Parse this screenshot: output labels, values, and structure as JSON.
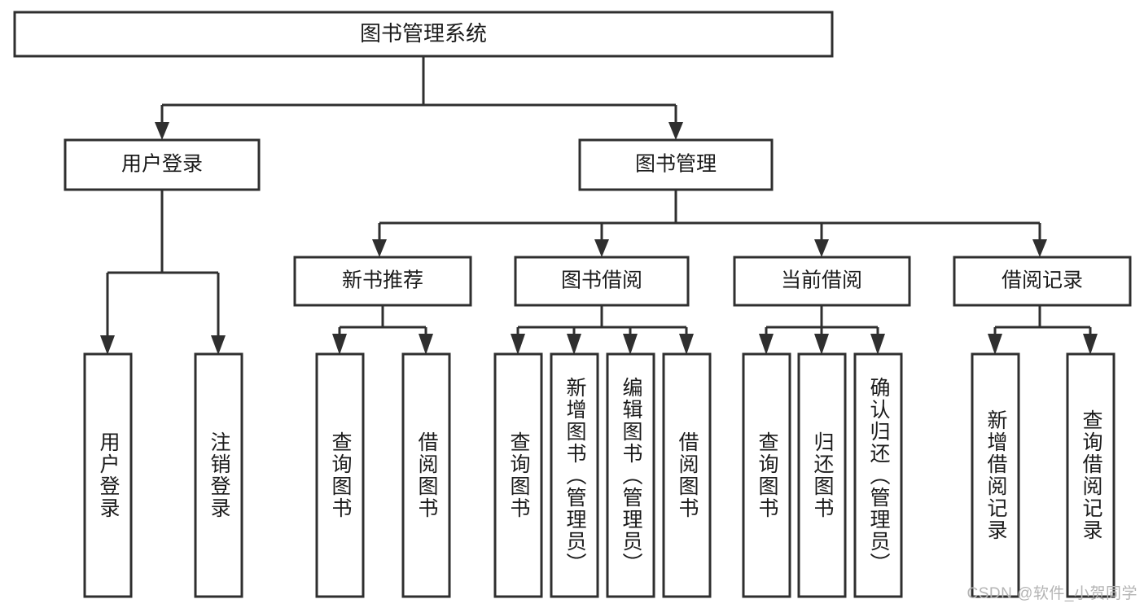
{
  "diagram": {
    "type": "tree",
    "title": "图书管理系统",
    "orientation": "top-down",
    "colors": {
      "background": "#ffffff",
      "box_fill": "#ffffff",
      "box_stroke": "#2f2f2f",
      "text": "#1b1b1b",
      "watermark": "#b4b4b4"
    },
    "root": {
      "label": "图书管理系统"
    },
    "level2": [
      {
        "label": "用户登录"
      },
      {
        "label": "图书管理"
      }
    ],
    "level3": [
      {
        "label": "新书推荐"
      },
      {
        "label": "图书借阅"
      },
      {
        "label": "当前借阅"
      },
      {
        "label": "借阅记录"
      }
    ],
    "leaves": {
      "user_login": [
        {
          "label": "用户登录"
        },
        {
          "label": "注销登录"
        }
      ],
      "new_book_recommend": [
        {
          "label": "查询图书"
        },
        {
          "label": "借阅图书"
        }
      ],
      "book_borrow": [
        {
          "label": "查询图书"
        },
        {
          "label": "新增图书（管理员）"
        },
        {
          "label": "编辑图书（管理员）"
        },
        {
          "label": "借阅图书"
        }
      ],
      "current_borrow": [
        {
          "label": "查询图书"
        },
        {
          "label": "归还图书"
        },
        {
          "label": "确认归还（管理员）"
        }
      ],
      "borrow_record": [
        {
          "label": "新增借阅记录"
        },
        {
          "label": "查询借阅记录"
        }
      ]
    }
  },
  "watermark": {
    "text": "CSDN @软件_小贺同学"
  }
}
